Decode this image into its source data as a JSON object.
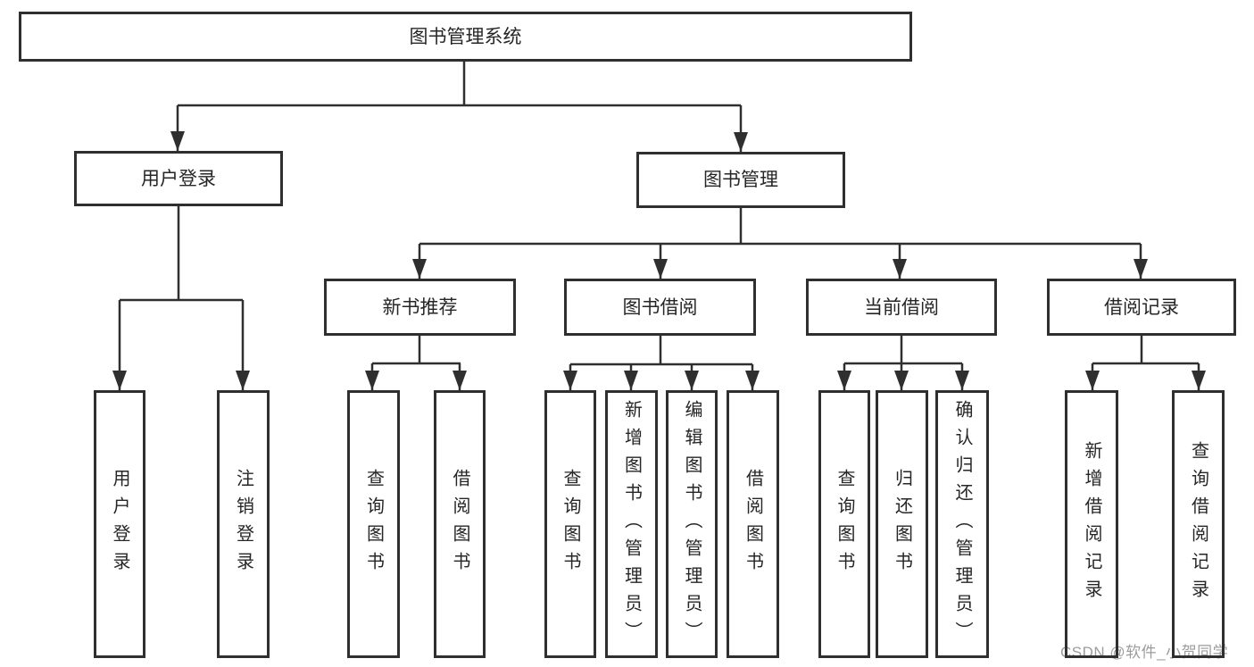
{
  "diagram": {
    "root": {
      "label": "图书管理系统"
    },
    "level2": [
      {
        "label": "用户登录"
      },
      {
        "label": "图书管理"
      }
    ],
    "level3": [
      {
        "label": "新书推荐"
      },
      {
        "label": "图书借阅"
      },
      {
        "label": "当前借阅"
      },
      {
        "label": "借阅记录"
      }
    ],
    "leaves": [
      {
        "label": "用户登录"
      },
      {
        "label": "注销登录"
      },
      {
        "label": "查询图书"
      },
      {
        "label": "借阅图书"
      },
      {
        "label": "查询图书"
      },
      {
        "label": "新增图书（管理员）"
      },
      {
        "label": "编辑图书（管理员）"
      },
      {
        "label": "借阅图书"
      },
      {
        "label": "查询图书"
      },
      {
        "label": "归还图书"
      },
      {
        "label": "确认归还（管理员）"
      },
      {
        "label": "新增借阅记录"
      },
      {
        "label": "查询借阅记录"
      }
    ]
  },
  "watermark": {
    "text": "CSDN @软件_小贺同学"
  },
  "colors": {
    "line": "#2f2f2f",
    "text": "#262626",
    "watermark": "#9c9c9c",
    "background": "#ffffff"
  }
}
